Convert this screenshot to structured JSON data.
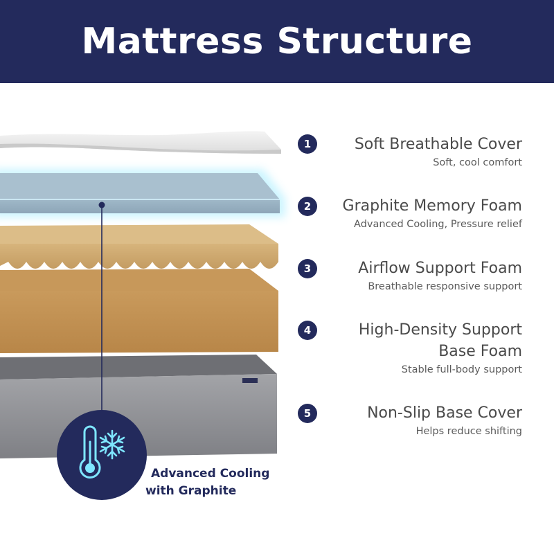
{
  "header": {
    "title": "Mattress Structure"
  },
  "colors": {
    "navy": "#232a5c",
    "ice": "#7ee6ff",
    "foam_tan": "#c9a269",
    "foam_brown": "#bb8a4e",
    "base_gray": "#8f9094"
  },
  "layers": [
    {
      "number": "1",
      "title_lines": [
        "Soft Breathable Cover"
      ],
      "subtitle": "Soft, cool comfort"
    },
    {
      "number": "2",
      "title_lines": [
        "Graphite Memory Foam"
      ],
      "subtitle": "Advanced Cooling, Pressure relief"
    },
    {
      "number": "3",
      "title_lines": [
        "Airflow Support Foam"
      ],
      "subtitle": "Breathable responsive support"
    },
    {
      "number": "4",
      "title_lines": [
        "High-Density Support",
        "Base Foam"
      ],
      "subtitle": "Stable full-body support"
    },
    {
      "number": "5",
      "title_lines": [
        "Non-Slip Base Cover"
      ],
      "subtitle": "Helps reduce shifting"
    }
  ],
  "callout": {
    "icon": "thermometer-snowflake-icon",
    "label_lines": [
      "Advanced Cooling",
      "with Graphite"
    ]
  }
}
